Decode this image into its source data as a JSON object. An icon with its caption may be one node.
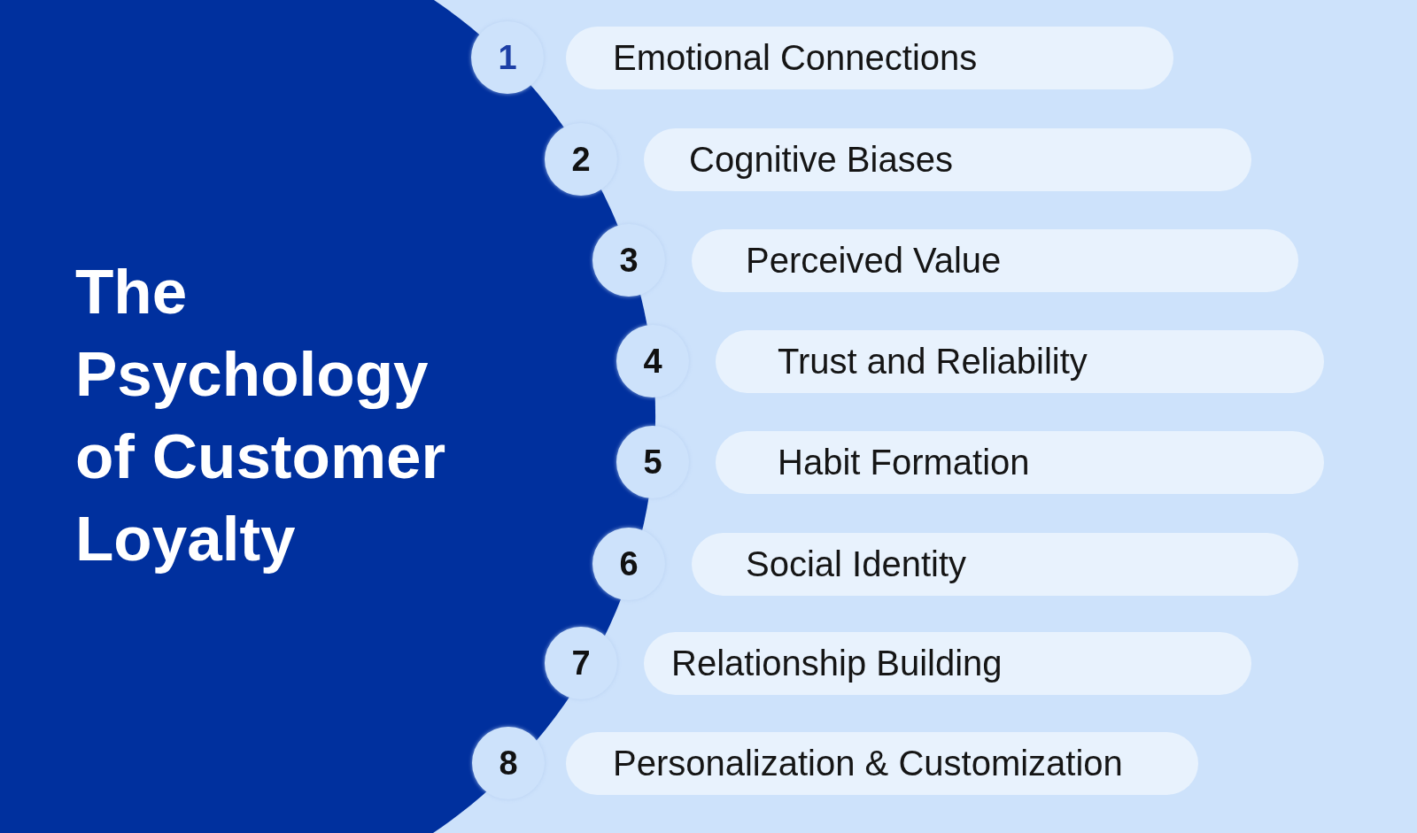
{
  "diagram": {
    "title": "The Psychology of Customer Loyalty",
    "nodes": [
      {
        "text": [
          "1"
        ]
      },
      {
        "text": [
          "Emotional Connections"
        ]
      },
      {
        "text": [
          "2"
        ]
      },
      {
        "text": [
          "Cognitive Biases"
        ]
      },
      {
        "text": [
          "3"
        ]
      },
      {
        "text": [
          "Perceived Value"
        ]
      },
      {
        "text": [
          "4"
        ]
      },
      {
        "text": [
          "Trust and Reliability"
        ]
      },
      {
        "text": [
          "5"
        ]
      },
      {
        "text": [
          "Habit Formation"
        ]
      },
      {
        "text": [
          "6"
        ]
      },
      {
        "text": [
          "Social Identity"
        ]
      },
      {
        "text": [
          "7"
        ]
      },
      {
        "text": [
          "Relationship Building"
        ]
      },
      {
        "text": [
          "8"
        ]
      },
      {
        "text": [
          "Personalization & Customization"
        ]
      }
    ],
    "edges": []
  }
}
